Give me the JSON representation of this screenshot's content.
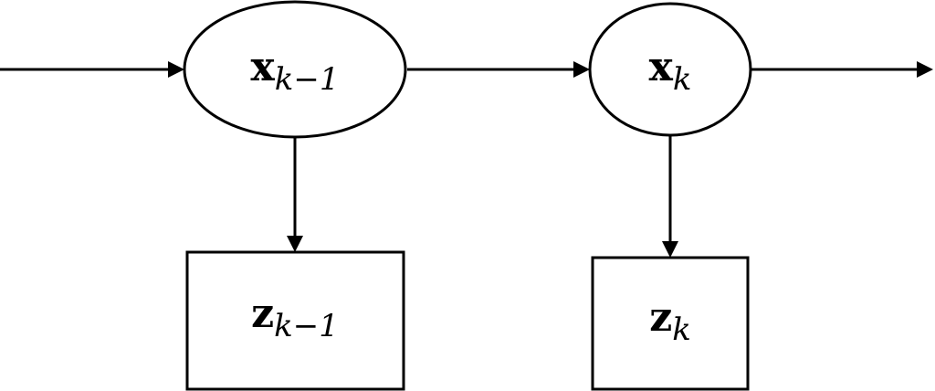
{
  "diagram": {
    "nodes": {
      "x_prev": {
        "symbol": "x",
        "subscript": "k−1"
      },
      "x_curr": {
        "symbol": "x",
        "subscript": "k"
      },
      "z_prev": {
        "symbol": "z",
        "subscript": "k−1"
      },
      "z_curr": {
        "symbol": "z",
        "subscript": "k"
      }
    },
    "edges": [
      {
        "from": "input",
        "to": "x_prev"
      },
      {
        "from": "x_prev",
        "to": "x_curr"
      },
      {
        "from": "x_curr",
        "to": "output"
      },
      {
        "from": "x_prev",
        "to": "z_prev"
      },
      {
        "from": "x_curr",
        "to": "z_curr"
      }
    ],
    "colors": {
      "stroke": "#000000",
      "background": "#ffffff"
    }
  }
}
